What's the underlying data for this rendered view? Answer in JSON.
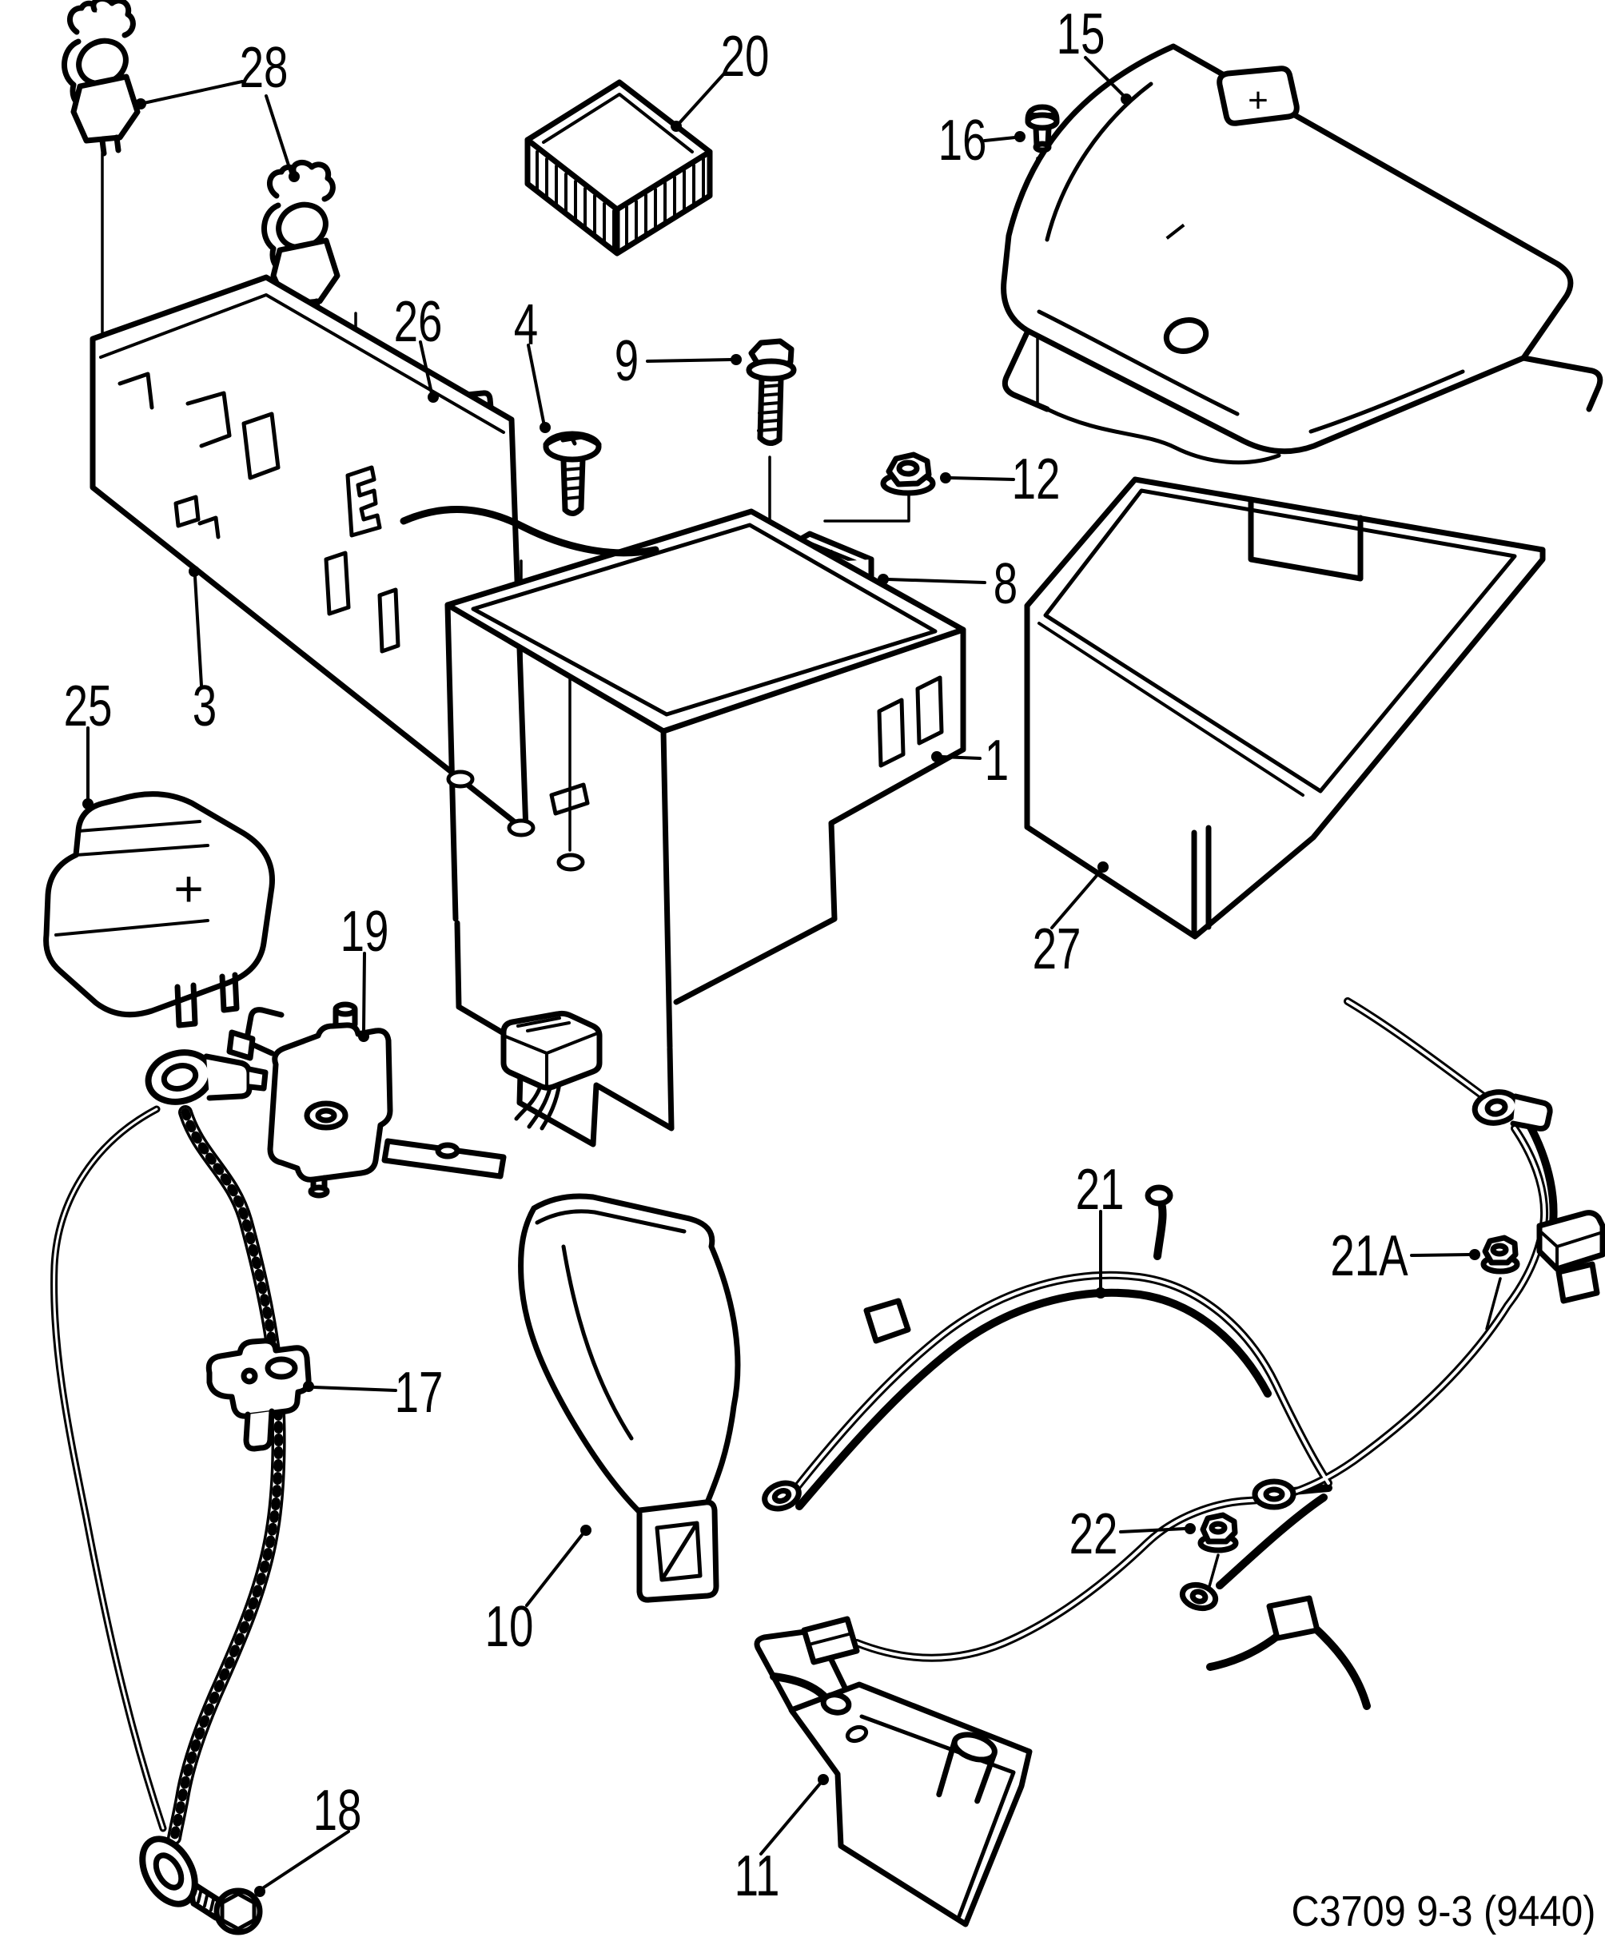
{
  "figure": {
    "caption": "C3709 9-3 (9440)"
  },
  "callouts": {
    "c1": "1",
    "c3": "3",
    "c4": "4",
    "c8": "8",
    "c9": "9",
    "c10": "10",
    "c11": "11",
    "c12": "12",
    "c15": "15",
    "c16": "16",
    "c17": "17",
    "c18": "18",
    "c19": "19",
    "c20": "20",
    "c21": "21",
    "c21a": "21A",
    "c22": "22",
    "c25": "25",
    "c26": "26",
    "c27": "27",
    "c28": "28"
  },
  "marks": {
    "battery_cover_plus": "+",
    "battery_cover_minus": "−",
    "terminal_cover_plus": "+"
  }
}
